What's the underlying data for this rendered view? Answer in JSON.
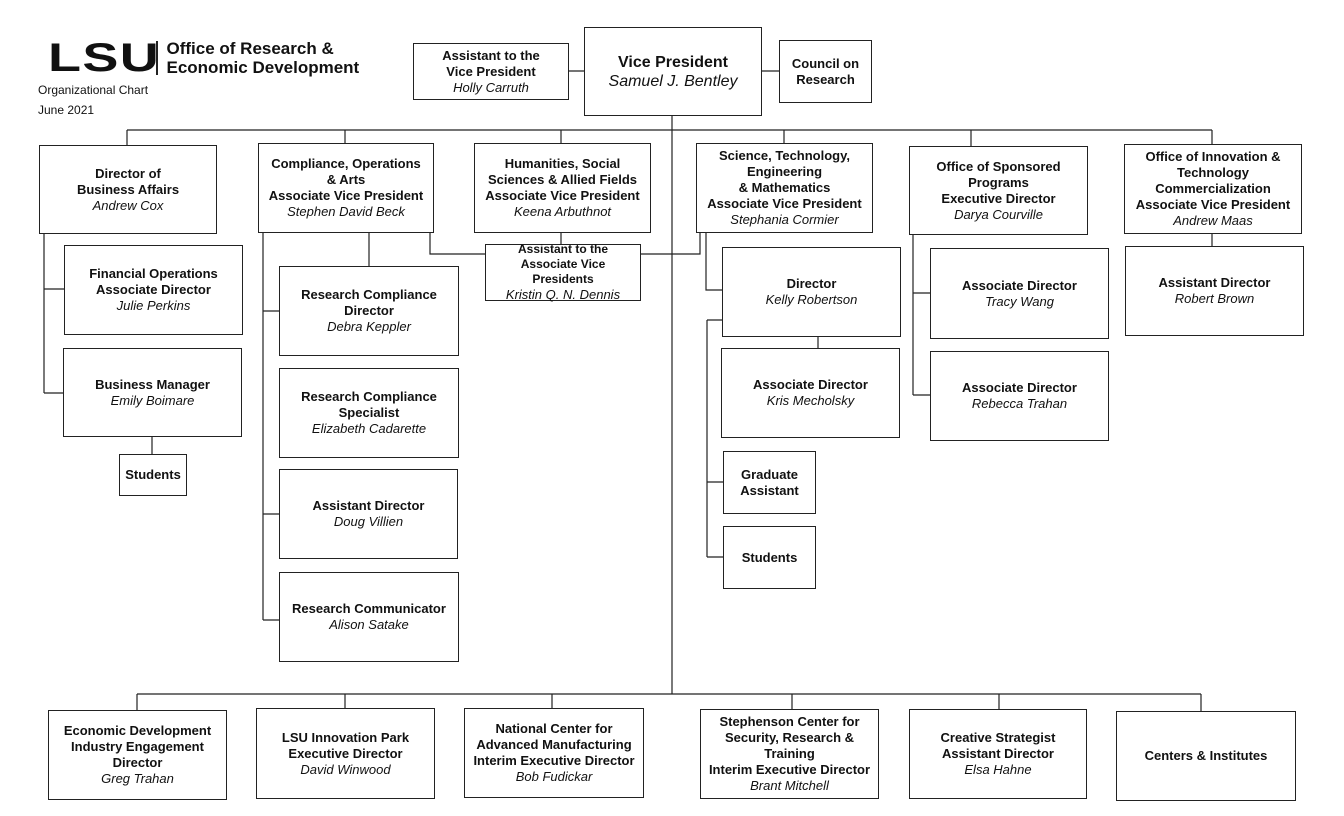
{
  "header": {
    "logo_mark": "LSU",
    "logo_line1": "Office of Research &",
    "logo_line2": "Economic Development",
    "subtitle": "Organizational Chart",
    "date": "June 2021"
  },
  "boxes": {
    "vp": {
      "title": "Vice President",
      "name": "Samuel J. Bentley"
    },
    "asst_vp": {
      "title": "Assistant to the\nVice President",
      "name": "Holly Carruth"
    },
    "council": {
      "title": "Council on\nResearch",
      "name": ""
    },
    "dir_business": {
      "title": "Director of\nBusiness Affairs",
      "name": "Andrew Cox"
    },
    "fin_ops": {
      "title": "Financial Operations\nAssociate Director",
      "name": "Julie Perkins"
    },
    "bus_mgr": {
      "title": "Business Manager",
      "name": "Emily Boimare"
    },
    "students1": {
      "title": "Students",
      "name": ""
    },
    "compliance": {
      "title": "Compliance, Operations\n& Arts\nAssociate Vice President",
      "name": "Stephen David Beck"
    },
    "rc_director": {
      "title": "Research Compliance\nDirector",
      "name": "Debra Keppler"
    },
    "rc_specialist": {
      "title": "Research Compliance\nSpecialist",
      "name": "Elizabeth Cadarette"
    },
    "asst_dir_doug": {
      "title": "Assistant Director",
      "name": "Doug Villien"
    },
    "res_comm": {
      "title": "Research Communicator",
      "name": "Alison Satake"
    },
    "humanities": {
      "title": "Humanities, Social\nSciences & Allied Fields\nAssociate Vice President",
      "name": "Keena Arbuthnot"
    },
    "asst_avps": {
      "title": "Assistant to the\nAssociate Vice Presidents",
      "name": "Kristin Q. N. Dennis"
    },
    "stem": {
      "title": "Science, Technology,\nEngineering\n& Mathematics\nAssociate Vice President",
      "name": "Stephania Cormier"
    },
    "dir_kelly": {
      "title": "Director",
      "name": "Kelly Robertson"
    },
    "assoc_kris": {
      "title": "Associate Director",
      "name": "Kris Mecholsky"
    },
    "grad_asst": {
      "title": "Graduate\nAssistant",
      "name": ""
    },
    "students2": {
      "title": "Students",
      "name": ""
    },
    "osp": {
      "title": "Office of Sponsored\nPrograms\nExecutive Director",
      "name": "Darya Courville"
    },
    "assoc_tracy": {
      "title": "Associate Director",
      "name": "Tracy Wang"
    },
    "assoc_rebecca": {
      "title": "Associate Director",
      "name": "Rebecca Trahan"
    },
    "oitc": {
      "title": "Office of Innovation &\nTechnology\nCommercialization\nAssociate Vice President",
      "name": "Andrew Maas"
    },
    "asst_robert": {
      "title": "Assistant Director",
      "name": "Robert Brown"
    },
    "econ_dev": {
      "title": "Economic Development\nIndustry Engagement\nDirector",
      "name": "Greg Trahan"
    },
    "innov_park": {
      "title": "LSU Innovation Park\nExecutive Director",
      "name": "David Winwood"
    },
    "ncam": {
      "title": "National Center for\nAdvanced Manufacturing\nInterim Executive Director",
      "name": "Bob Fudickar"
    },
    "stephenson": {
      "title": "Stephenson Center for\nSecurity, Research &\nTraining\nInterim Executive Director",
      "name": "Brant Mitchell"
    },
    "creative": {
      "title": "Creative Strategist\nAssistant Director",
      "name": "Elsa Hahne"
    },
    "centers": {
      "title": "Centers & Institutes",
      "name": ""
    }
  }
}
